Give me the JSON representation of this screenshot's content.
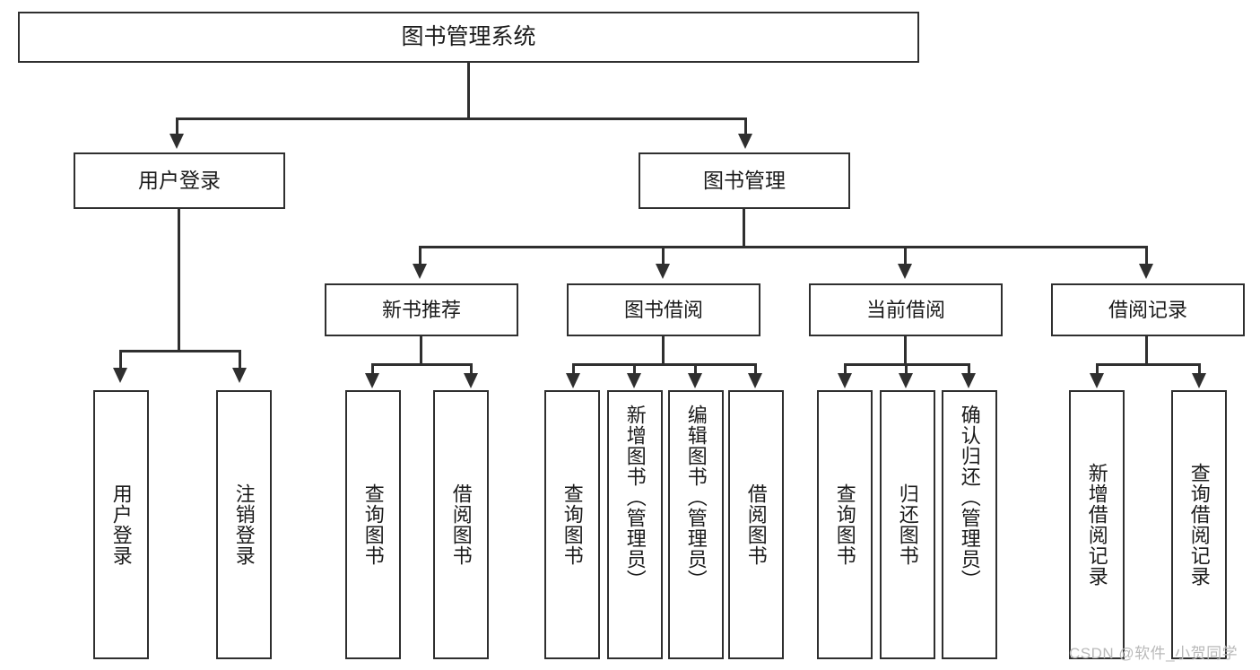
{
  "diagram": {
    "title": "图书管理系统",
    "type": "hierarchy-tree",
    "root": {
      "label": "图书管理系统"
    },
    "level2": [
      {
        "label": "用户登录"
      },
      {
        "label": "图书管理"
      }
    ],
    "level3": [
      {
        "label": "新书推荐"
      },
      {
        "label": "图书借阅"
      },
      {
        "label": "当前借阅"
      },
      {
        "label": "借阅记录"
      }
    ],
    "leaves": [
      {
        "label": "用户登录"
      },
      {
        "label": "注销登录"
      },
      {
        "label": "查询图书"
      },
      {
        "label": "借阅图书"
      },
      {
        "label": "查询图书"
      },
      {
        "label": "新增图书（管理员）"
      },
      {
        "label": "编辑图书（管理员）"
      },
      {
        "label": "借阅图书"
      },
      {
        "label": "查询图书"
      },
      {
        "label": "归还图书"
      },
      {
        "label": "确认归还（管理员）"
      },
      {
        "label": "新增借阅记录"
      },
      {
        "label": "查询借阅记录"
      }
    ]
  },
  "watermark": {
    "text": "CSDN @软件_小贺同学"
  },
  "colors": {
    "stroke": "#2f2f2f",
    "background": "#ffffff",
    "text": "#1b1b1b",
    "watermark": "#b9b9b9"
  }
}
